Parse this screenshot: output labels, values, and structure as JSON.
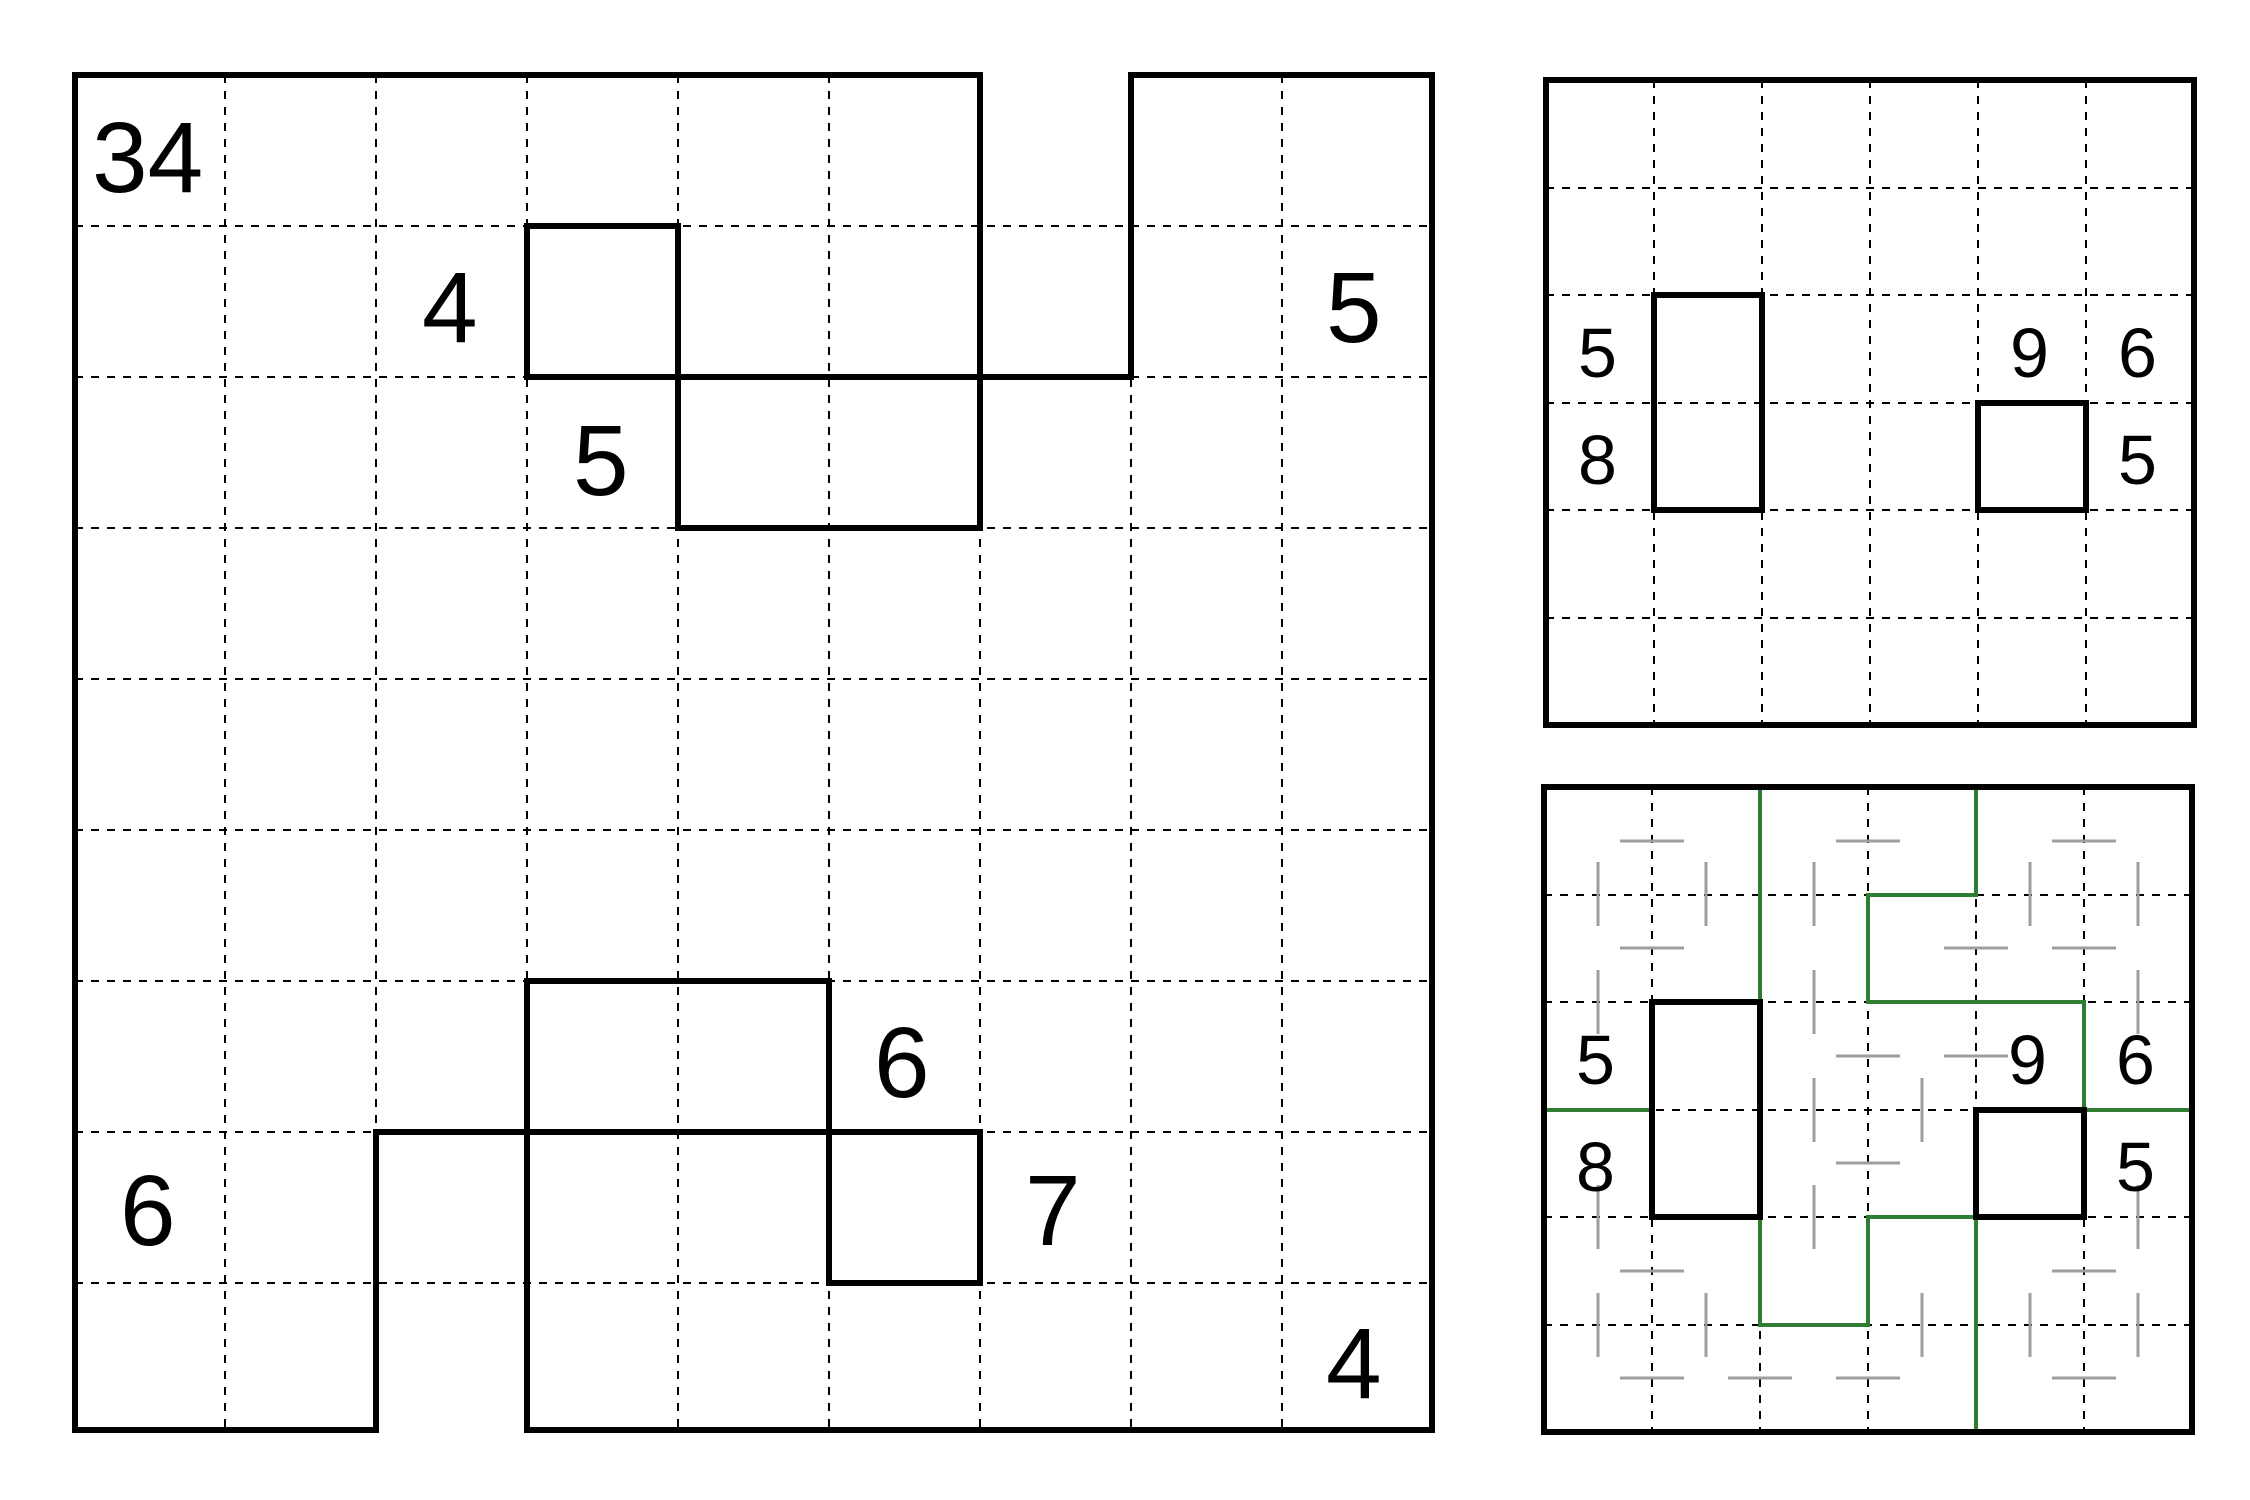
{
  "puzzle": {
    "clues": [
      {
        "text": "34"
      },
      {
        "text": "4"
      },
      {
        "text": "5"
      },
      {
        "text": "5"
      },
      {
        "text": "6"
      },
      {
        "text": "6"
      },
      {
        "text": "7"
      },
      {
        "text": "4"
      }
    ]
  },
  "example": {
    "clues": [
      {
        "text": "5"
      },
      {
        "text": "8"
      },
      {
        "text": "9"
      },
      {
        "text": "6"
      },
      {
        "text": "5"
      }
    ]
  },
  "solution": {
    "clues": [
      {
        "text": "5"
      },
      {
        "text": "8"
      },
      {
        "text": "9"
      },
      {
        "text": "6"
      },
      {
        "text": "5"
      }
    ]
  }
}
